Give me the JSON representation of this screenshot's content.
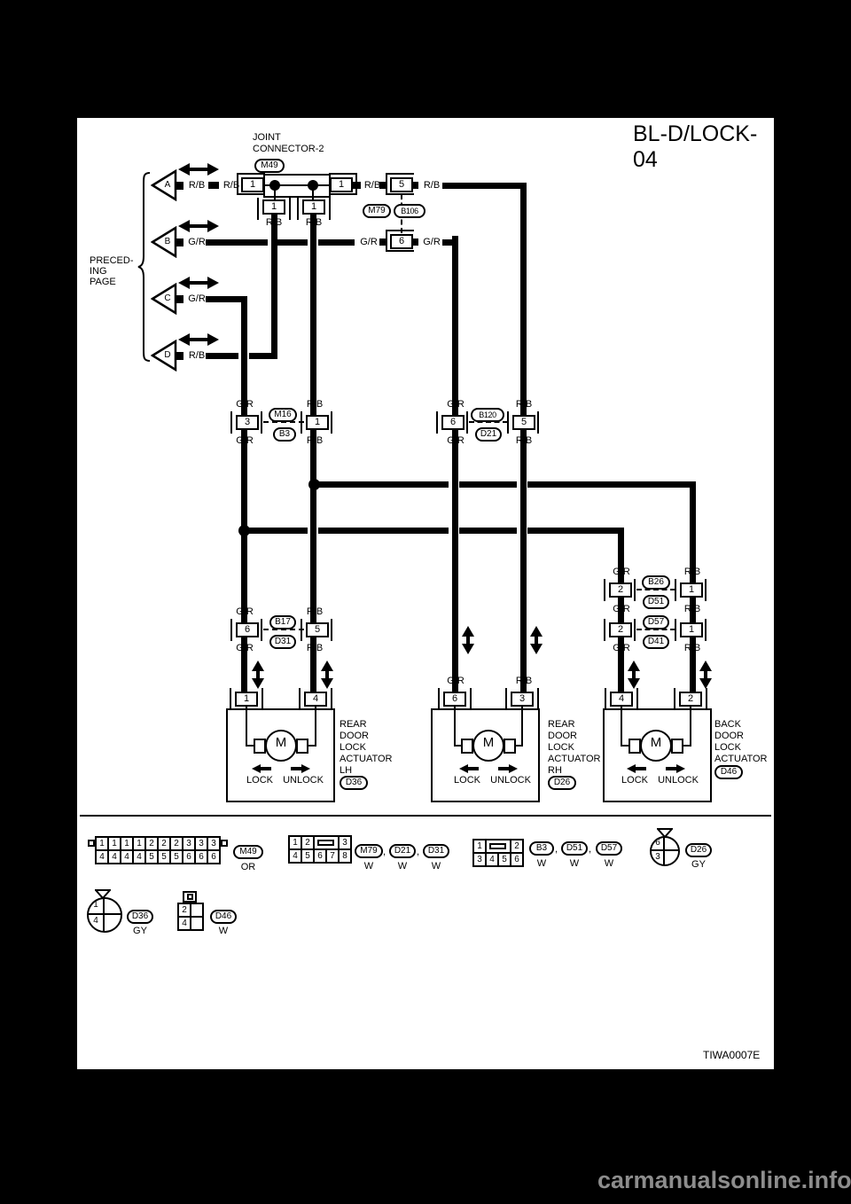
{
  "title": "BL-D/LOCK-04",
  "figure_code": "TIWA0007E",
  "watermark": "carmanualsonline.info",
  "preceding_page_label": "PRECED-\nING\nPAGE",
  "colors": {
    "rb": "R/B",
    "gr": "G/R"
  },
  "offpage_arrows": [
    {
      "tag": "A",
      "color": "R/B"
    },
    {
      "tag": "B",
      "color": "G/R"
    },
    {
      "tag": "C",
      "color": "G/R"
    },
    {
      "tag": "D",
      "color": "R/B"
    }
  ],
  "joint_connector": {
    "label": "JOINT\nCONNECTOR-2",
    "id": "M49",
    "left_pin": "1",
    "right_pin": "1",
    "bottom_pin_left": "1",
    "bottom_pin_right": "1"
  },
  "top_connectors": {
    "upper_pin": "5",
    "lower_pin": "6",
    "left_id": "M79",
    "right_id": "B106"
  },
  "pairs": {
    "m16_b3": {
      "left_pin": "3",
      "right_pin": "1",
      "top_id": "M16",
      "bottom_id": "B3"
    },
    "b120_d21": {
      "left_pin": "6",
      "right_pin": "5",
      "top_id": "B120",
      "bottom_id": "D21"
    },
    "b17_d31": {
      "left_pin": "6",
      "right_pin": "5",
      "top_id": "B17",
      "bottom_id": "D31"
    },
    "b26_d51": {
      "left_pin": "2",
      "right_pin": "1",
      "top_id": "B26",
      "bottom_id": "D51"
    },
    "d57_d41": {
      "left_pin": "2",
      "right_pin": "1",
      "top_id": "D57",
      "bottom_id": "D41"
    }
  },
  "actuators": [
    {
      "left_pin": "1",
      "right_pin": "4",
      "motor": "M",
      "lock": "LOCK",
      "unlock": "UNLOCK",
      "label": "REAR\nDOOR\nLOCK\nACTUATOR\nLH",
      "id": "D36"
    },
    {
      "left_pin": "6",
      "right_pin": "3",
      "motor": "M",
      "lock": "LOCK",
      "unlock": "UNLOCK",
      "label": "REAR\nDOOR\nLOCK\nACTUATOR\nRH",
      "id": "D26"
    },
    {
      "left_pin": "4",
      "right_pin": "2",
      "motor": "M",
      "lock": "LOCK",
      "unlock": "UNLOCK",
      "label": "BACK\nDOOR\nLOCK\nACTUATOR",
      "id": "D46"
    }
  ],
  "legend": {
    "m49": {
      "top_cells": [
        "1",
        "1",
        "1",
        "1",
        "2",
        "2",
        "2",
        "3",
        "3",
        "3"
      ],
      "bottom_cells": [
        "4",
        "4",
        "4",
        "4",
        "5",
        "5",
        "5",
        "6",
        "6",
        "6"
      ],
      "id": "M49",
      "color": "OR"
    },
    "m79_group": {
      "top_cells": [
        "1",
        "2",
        "3"
      ],
      "bottom_cells": [
        "4",
        "5",
        "6",
        "7",
        "8"
      ],
      "ids": [
        "M79",
        "D21",
        "D31"
      ],
      "cols": [
        "W",
        "W",
        "W"
      ],
      "separator": ","
    },
    "b3_group": {
      "top_cells": [
        "1",
        "2"
      ],
      "bottom_cells": [
        "3",
        "4",
        "5",
        "6"
      ],
      "ids": [
        "B3",
        "D51",
        "D57"
      ],
      "cols": [
        "W",
        "W",
        "W"
      ],
      "separator": ","
    },
    "d26": {
      "top_pin": "6",
      "bottom_pin": "3",
      "id": "D26",
      "color": "GY"
    },
    "d36": {
      "top_pin": "1",
      "bottom_pin": "4",
      "id": "D36",
      "color": "GY"
    },
    "d46": {
      "cells": [
        "2",
        "4"
      ],
      "id": "D46",
      "color": "W"
    }
  }
}
